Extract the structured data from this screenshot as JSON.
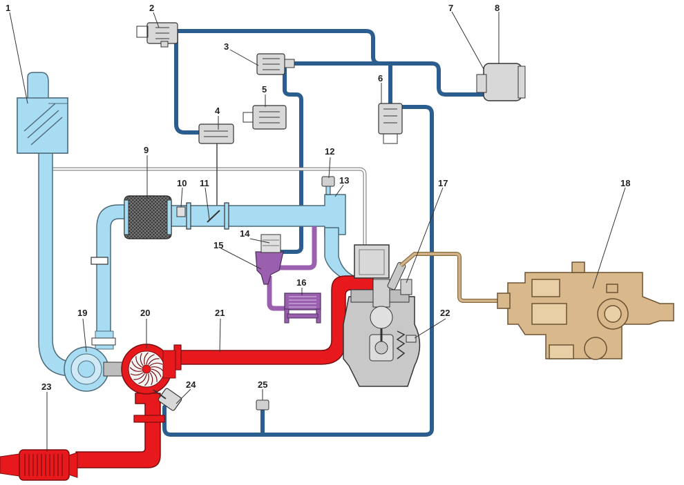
{
  "labels": {
    "l1": "1",
    "l2": "2",
    "l3": "3",
    "l4": "4",
    "l5": "5",
    "l6": "6",
    "l7": "7",
    "l8": "8",
    "l9": "9",
    "l10": "10",
    "l11": "11",
    "l12": "12",
    "l13": "13",
    "l14": "14",
    "l15": "15",
    "l16": "16",
    "l17": "17",
    "l18": "18",
    "l19": "19",
    "l20": "20",
    "l21": "21",
    "l22": "22",
    "l23": "23",
    "l24": "24",
    "l25": "25"
  },
  "colors": {
    "intake_air": "#a8dcf2",
    "exhaust": "#e8191c",
    "vacuum_line": "#2b5d8f",
    "egr": "#9b5fb0",
    "fuel_line": "#d2b48c",
    "component_gray": "#d8d8d8",
    "engine_gray": "#c8c8c8",
    "pump_tan": "#d9b88c"
  }
}
